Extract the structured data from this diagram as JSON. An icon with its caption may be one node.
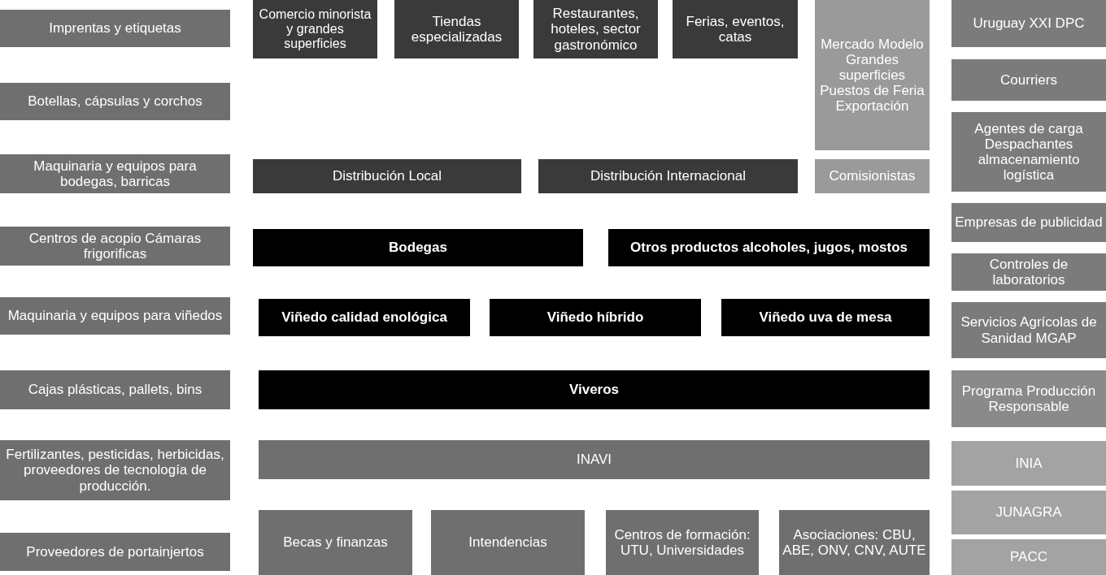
{
  "diagram": {
    "nodes": [
      {
        "text": [
          "Imprentas y etiquetas"
        ]
      },
      {
        "text": [
          "Comercio minorista y grandes superficies"
        ]
      },
      {
        "text": [
          "Tiendas especializadas"
        ]
      },
      {
        "text": [
          "Restaurantes, hoteles, sector gastronómico"
        ]
      },
      {
        "text": [
          "Ferias, eventos, catas"
        ]
      },
      {
        "text": [
          "Mercado Modelo Grandes superficies Puestos de Feria Exportación"
        ]
      },
      {
        "text": [
          "Uruguay XXI DPC"
        ]
      },
      {
        "text": [
          "Courriers"
        ]
      },
      {
        "text": [
          "Botellas, cápsulas y corchos"
        ]
      },
      {
        "text": [
          "Agentes de carga Despachantes almacenamiento logística"
        ]
      },
      {
        "text": [
          "Maquinaria y equipos para bodegas, barricas"
        ]
      },
      {
        "text": [
          "Distribución Local"
        ]
      },
      {
        "text": [
          "Distribución Internacional"
        ]
      },
      {
        "text": [
          "Comisionistas"
        ]
      },
      {
        "text": [
          "Empresas de publicidad"
        ]
      },
      {
        "text": [
          "Centros de acopio Cámaras frigorificas"
        ]
      },
      {
        "text": [
          "Bodegas"
        ]
      },
      {
        "text": [
          "Otros productos alcoholes, jugos, mostos"
        ]
      },
      {
        "text": [
          "Controles de laboratorios"
        ]
      },
      {
        "text": [
          "Maquinaria y equipos para viñedos"
        ]
      },
      {
        "text": [
          "Viñedo calidad enológica"
        ]
      },
      {
        "text": [
          "Viñedo híbrido"
        ]
      },
      {
        "text": [
          "Viñedo uva de mesa"
        ]
      },
      {
        "text": [
          "Servicios Agrícolas de Sanidad MGAP"
        ]
      },
      {
        "text": [
          "Programa Producción Responsable"
        ]
      },
      {
        "text": [
          "Cajas plásticas, pallets, bins"
        ]
      },
      {
        "text": [
          "Viveros"
        ]
      },
      {
        "text": [
          "Fertilizantes, pesticidas, herbicidas, proveedores de tecnología de producción."
        ]
      },
      {
        "text": [
          "INAVI"
        ]
      },
      {
        "text": [
          "INIA"
        ]
      },
      {
        "text": [
          "JUNAGRA"
        ]
      },
      {
        "text": [
          "Becas y finanzas"
        ]
      },
      {
        "text": [
          "Intendencias"
        ]
      },
      {
        "text": [
          "Centros de formación: UTU, Universidades"
        ]
      },
      {
        "text": [
          "Asociaciones: CBU, ABE, ONV, CNV, AUTE"
        ]
      },
      {
        "text": [
          "Proveedores de portainjertos"
        ]
      },
      {
        "text": [
          "PACC"
        ]
      }
    ]
  }
}
